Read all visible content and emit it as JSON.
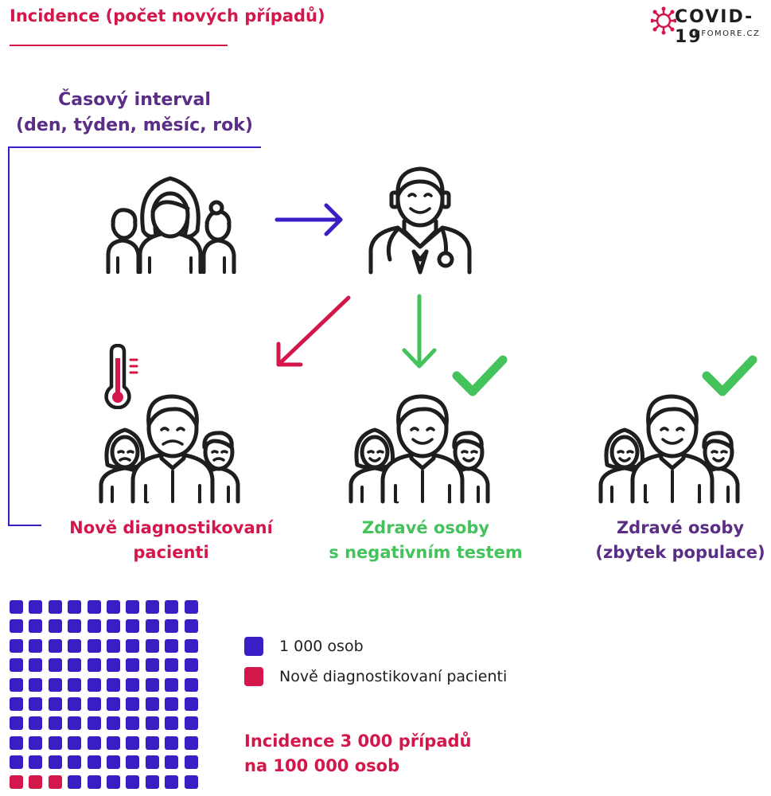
{
  "header": {
    "title": "Incidence (počet nových případů)",
    "logo_text": "COVID-19",
    "logo_sub": "INFOMORE.CZ"
  },
  "interval": {
    "line1": "Časový interval",
    "line2": "(den, týden, měsíc, rok)"
  },
  "groups": {
    "new": {
      "line1": "Nově diagnostikovaní",
      "line2": "pacienti"
    },
    "negative": {
      "line1": "Zdravé osoby",
      "line2": "s negativním testem"
    },
    "rest": {
      "line1": "Zdravé osoby",
      "line2": "(zbytek populace)"
    }
  },
  "legend": {
    "people": "1 000 osob",
    "patients": "Nově diagnostikovaní pacienti"
  },
  "summary": {
    "line1": "Incidence 3 000 případů",
    "line2": "na 100 000 osob"
  },
  "waffle": {
    "total": 100,
    "highlighted": 3,
    "columns": 10
  },
  "icons": {
    "crowd": "crowd-icon",
    "doctor": "doctor-icon",
    "thermometer": "thermometer-icon",
    "check": "check-icon",
    "arrow": "arrow-icon",
    "virus": "virus-icon"
  },
  "colors": {
    "red": "#d4174a",
    "green": "#44c25c",
    "purple": "#5a2d86",
    "blue": "#3a1ec4",
    "ink": "#1e1e1e"
  }
}
